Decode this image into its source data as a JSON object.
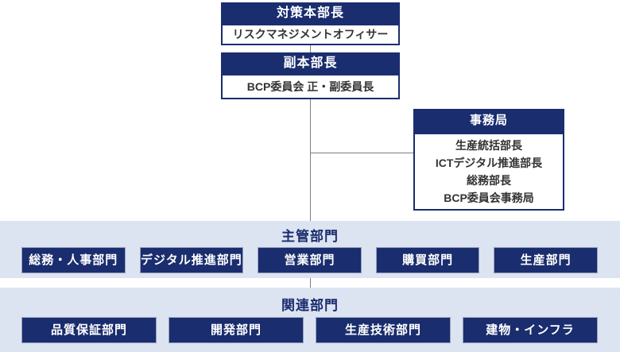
{
  "colors": {
    "navy": "#1a2d6e",
    "band_background": "#dce3f1",
    "connector_line": "#7f7f7f",
    "body_text": "#333333",
    "box_text": "#ffffff"
  },
  "org": {
    "top_units": [
      {
        "header": "対策本部長",
        "body": "リスクマネジメントオフィサー"
      },
      {
        "header": "副本部長",
        "body": "BCP委員会 正・副委員長"
      }
    ],
    "secretariat": {
      "header": "事務局",
      "members": [
        "生産統括部長",
        "ICTデジタル推進部長",
        "総務部長",
        "BCP委員会事務局"
      ]
    },
    "main_section": {
      "title": "主管部門",
      "departments": [
        "総務・人事部門",
        "デジタル推進部門",
        "営業部門",
        "購買部門",
        "生産部門"
      ]
    },
    "related_section": {
      "title": "関連部門",
      "departments": [
        "品質保証部門",
        "開発部門",
        "生産技術部門",
        "建物・インフラ"
      ]
    }
  }
}
